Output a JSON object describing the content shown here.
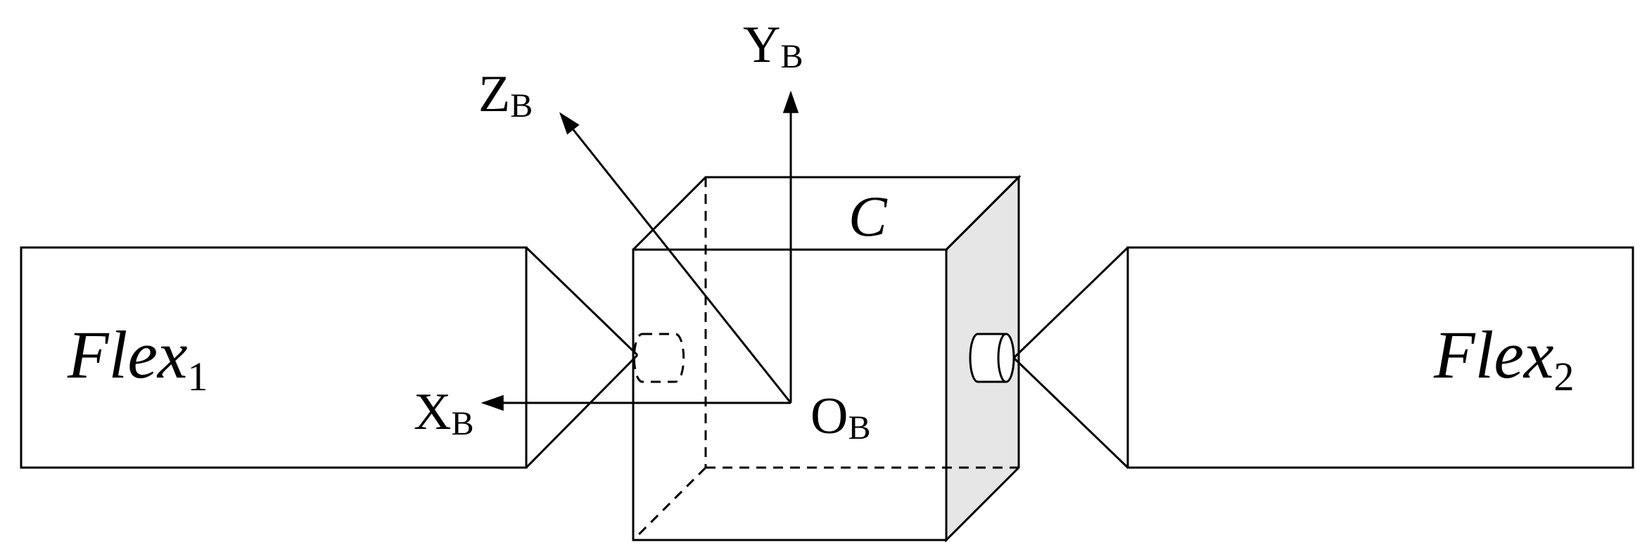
{
  "labels": {
    "y_axis": "Y",
    "y_sub": "B",
    "z_axis": "Z",
    "z_sub": "B",
    "x_axis": "X",
    "x_sub": "B",
    "origin": "O",
    "origin_sub": "B",
    "body": "C",
    "flex1": "Flex",
    "flex1_sub": "1",
    "flex2": "Flex",
    "flex2_sub": "2"
  },
  "colors": {
    "line": "#000000",
    "shaded_face": "#e6e6e6",
    "background": "#ffffff"
  }
}
